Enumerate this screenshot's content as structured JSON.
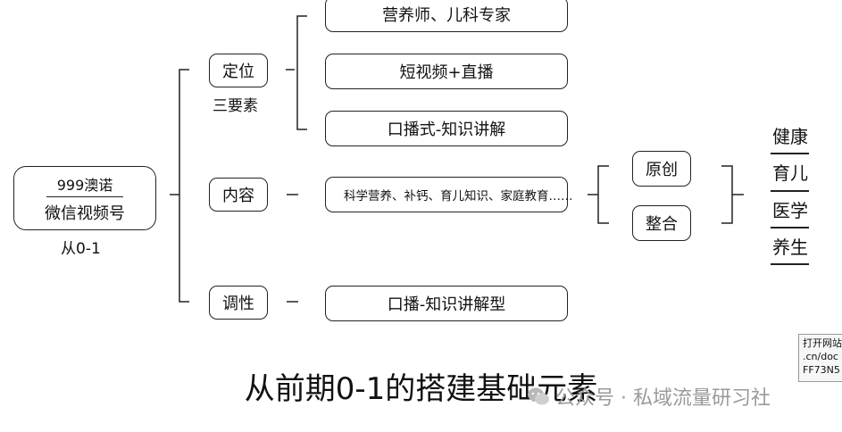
{
  "root": {
    "top": "999澳诺",
    "bottom": "微信视频号",
    "sub": "从0-1"
  },
  "branches": [
    {
      "label": "定位",
      "sub": "三要素"
    },
    {
      "label": "内容"
    },
    {
      "label": "调性"
    }
  ],
  "positioning_items": [
    "营养师、儿科专家",
    "短视频+直播",
    "口播式-知识讲解"
  ],
  "content_item": "科学营养、补钙、育儿知识、家庭教育……",
  "content_modes": [
    "原创",
    "整合"
  ],
  "topics": [
    "健康",
    "育儿",
    "医学",
    "养生"
  ],
  "tone_item": "口播-知识讲解型",
  "caption": "从前期0-1的搭建基础元素",
  "watermark": "公众号 · 私域流量研习社",
  "tooltip": [
    "打开网站",
    ".cn/doc",
    "FF73N5"
  ]
}
